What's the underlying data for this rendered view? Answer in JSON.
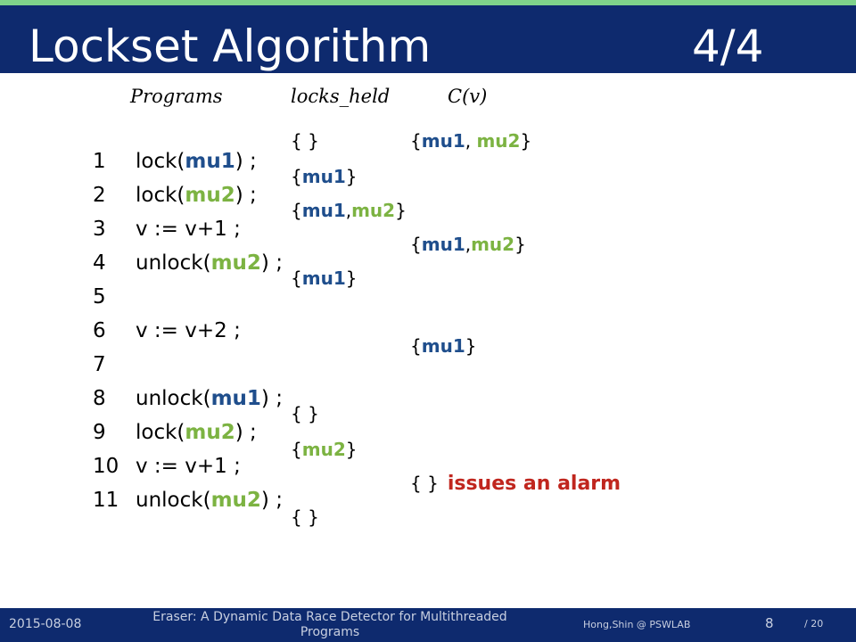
{
  "slide": {
    "title": "Lockset Algorithm",
    "title_page": "4/4"
  },
  "headers": {
    "programs": "Programs",
    "locks_held": "locks_held",
    "cv": "C(v)"
  },
  "program_lines": [
    {
      "num": "1",
      "pre": "lock(",
      "lock": "mu1",
      "post": ") ;"
    },
    {
      "num": "2",
      "pre": "lock(",
      "lock": "mu2",
      "post": ") ;"
    },
    {
      "num": "3",
      "pre": "v := v+1 ;",
      "lock": "",
      "post": ""
    },
    {
      "num": "4",
      "pre": "unlock(",
      "lock": "mu2",
      "post": ") ;"
    },
    {
      "num": "5",
      "pre": "",
      "lock": "",
      "post": ""
    },
    {
      "num": "6",
      "pre": "v := v+2 ;",
      "lock": "",
      "post": ""
    },
    {
      "num": "7",
      "pre": "",
      "lock": "",
      "post": ""
    },
    {
      "num": "8",
      "pre": "unlock(",
      "lock": "mu1",
      "post": ") ;"
    },
    {
      "num": "9",
      "pre": "lock(",
      "lock": "mu2",
      "post": ") ;"
    },
    {
      "num": "10",
      "pre": "v := v+1 ;",
      "lock": "",
      "post": ""
    },
    {
      "num": "11",
      "pre": "unlock(",
      "lock": "mu2",
      "post": ") ;"
    }
  ],
  "locks_held": [
    {
      "open": "{ ",
      "a": "",
      "sep": "",
      "b": "",
      "close": "}"
    },
    {
      "open": "{",
      "a": "mu1",
      "sep": "",
      "b": "",
      "close": "}"
    },
    {
      "open": "{",
      "a": "mu1",
      "sep": ",",
      "b": "mu2",
      "close": "}"
    },
    {
      "open": "{",
      "a": "mu1",
      "sep": "",
      "b": "",
      "close": "}"
    },
    {
      "open": "{ ",
      "a": "",
      "sep": "",
      "b": "",
      "close": "}"
    },
    {
      "open": "{",
      "a": "",
      "sep": "",
      "b": "mu2",
      "close": "}"
    },
    {
      "open": "{ ",
      "a": "",
      "sep": "",
      "b": "",
      "close": "}"
    }
  ],
  "cv": [
    {
      "open": "{",
      "a": "mu1",
      "sep": ", ",
      "b": "mu2",
      "close": "}",
      "note": ""
    },
    {
      "open": "{",
      "a": "mu1",
      "sep": ",",
      "b": "mu2",
      "close": "}",
      "note": ""
    },
    {
      "open": "{",
      "a": "mu1",
      "sep": "",
      "b": "",
      "close": "}",
      "note": ""
    },
    {
      "open": "{ ",
      "a": "",
      "sep": "",
      "b": "",
      "close": "}",
      "note": "issues an alarm"
    }
  ],
  "footer": {
    "date": "2015-08-08",
    "title": "Eraser: A Dynamic Data Race Detector for Multithreaded Programs",
    "author": "Hong,Shin @ PSWLAB",
    "page": "8",
    "total": "/ 20"
  },
  "colors": {
    "title_bar": "#0e2a6e",
    "accent_rule": "#7fd38a",
    "mu1": "#1f4e8c",
    "mu2": "#7cb342",
    "alarm": "#c0261e"
  }
}
